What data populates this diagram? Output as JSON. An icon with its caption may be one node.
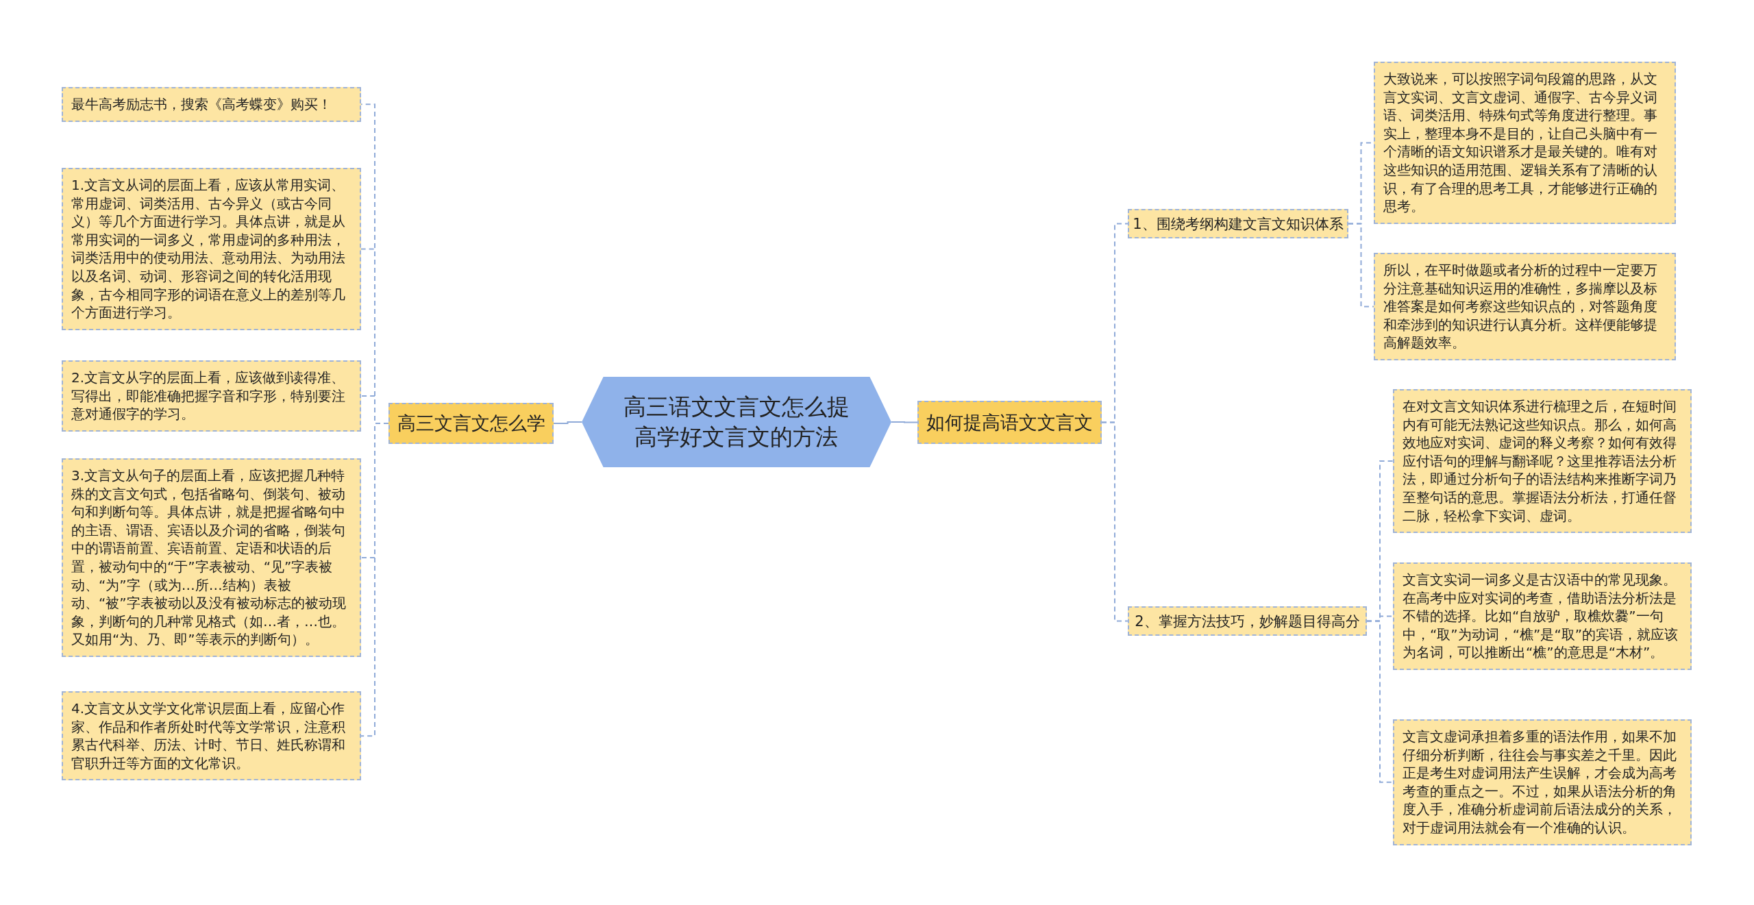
{
  "diagram": {
    "nodes": [
      {
        "text": [
          "高三语文文言文怎么提高学好文言文的方法"
        ]
      },
      {
        "text": [
          "高三文言文怎么学"
        ]
      },
      {
        "text": [
          "最牛高考励志书，搜索《高考蝶变》购买！"
        ]
      },
      {
        "text": [
          "1.文言文从词的层面上看，应该从常用实词、常用虚词、词类活用、古今异义（或古今同义）等几个方面进行学习。具体点讲，就是从常用实词的一词多义，常用虚词的多种用法，词类活用中的使动用法、意动用法、为动用法以及名词、动词、形容词之间的转化活用现象，古今相同字形的词语在意义上的差别等几个方面进行学习。"
        ]
      },
      {
        "text": [
          "2.文言文从字的层面上看，应该做到读得准、写得出，即能准确把握字音和字形，特别要注意对通假字的学习。"
        ]
      },
      {
        "text": [
          "3.文言文从句子的层面上看，应该把握几种特殊的文言文句式，包括省略句、倒装句、被动句和判断句等。具体点讲，就是把握省略句中的主语、谓语、宾语以及介词的省略，倒装句中的谓语前置、宾语前置、定语和状语的后置，被动句中的“于”字表被动、“见”字表被动、“为”字（或为…所…结构）表被动、“被”字表被动以及没有被动标志的被动现象，判断句的几种常见格式（如…者，…也。又如用“为、乃、即”等表示的判断句）。"
        ]
      },
      {
        "text": [
          "4.文言文从文学文化常识层面上看，应留心作家、作品和作者所处时代等文学常识，注意积累古代科举、历法、计时、节日、姓氏称谓和官职升迁等方面的文化常识。"
        ]
      },
      {
        "text": [
          "如何提高语文文言文"
        ]
      },
      {
        "text": [
          "1、围绕考纲构建文言文知识体系"
        ]
      },
      {
        "text": [
          "大致说来，可以按照字词句段篇的思路，从文言文实词、文言文虚词、通假字、古今异义词语、词类活用、特殊句式等角度进行整理。事实上，整理本身不是目的，让自己头脑中有一个清晰的语文知识谱系才是最关键的。唯有对这些知识的适用范围、逻辑关系有了清晰的认识，有了合理的思考工具，才能够进行正确的思考。"
        ]
      },
      {
        "text": [
          "所以，在平时做题或者分析的过程中一定要万分注意基础知识运用的准确性，多揣摩以及标准答案是如何考察这些知识点的，对答题角度和牵涉到的知识进行认真分析。这样便能够提高解题效率。"
        ]
      },
      {
        "text": [
          "2、掌握方法技巧，妙解题目得高分"
        ]
      },
      {
        "text": [
          "在对文言文知识体系进行梳理之后，在短时间内有可能无法熟记这些知识点。那么，如何高效地应对实词、虚词的释义考察？如何有效得应付语句的理解与翻译呢？这里推荐语法分析法，即通过分析句子的语法结构来推断字词乃至整句话的意思。掌握语法分析法，打通任督二脉，轻松拿下实词、虚词。"
        ]
      },
      {
        "text": [
          "文言文实词一词多义是古汉语中的常见现象。在高考中应对实词的考查，借助语法分析法是不错的选择。比如“自放驴，取樵炊爨”一句中，“取”为动词，“樵”是“取”的宾语，就应该为名词，可以推断出“樵”的意思是“木材”。"
        ]
      },
      {
        "text": [
          "文言文虚词承担着多重的语法作用，如果不加仔细分析判断，往往会与事实差之千里。因此正是考生对虚词用法产生误解，才会成为高考考查的重点之一。不过，如果从语法分析的角度入手，准确分析虚词前后语法成分的关系，对于虚词用法就会有一个准确的认识。"
        ]
      }
    ],
    "edges": [
      {
        "from": 0,
        "to": 1,
        "arrow": "none"
      },
      {
        "from": 1,
        "to": 2,
        "arrow": "none",
        "style": "dashed"
      },
      {
        "from": 1,
        "to": 3,
        "arrow": "none",
        "style": "dashed"
      },
      {
        "from": 1,
        "to": 4,
        "arrow": "none",
        "style": "dashed"
      },
      {
        "from": 1,
        "to": 5,
        "arrow": "none",
        "style": "dashed"
      },
      {
        "from": 1,
        "to": 6,
        "arrow": "none",
        "style": "dashed"
      },
      {
        "from": 0,
        "to": 7,
        "arrow": "none"
      },
      {
        "from": 7,
        "to": 8,
        "arrow": "none",
        "style": "dashed"
      },
      {
        "from": 8,
        "to": 9,
        "arrow": "none",
        "style": "dashed"
      },
      {
        "from": 8,
        "to": 10,
        "arrow": "none",
        "style": "dashed"
      },
      {
        "from": 7,
        "to": 11,
        "arrow": "none",
        "style": "dashed"
      },
      {
        "from": 11,
        "to": 12,
        "arrow": "none",
        "style": "dashed"
      },
      {
        "from": 11,
        "to": 13,
        "arrow": "none",
        "style": "dashed"
      },
      {
        "from": 11,
        "to": 14,
        "arrow": "none",
        "style": "dashed"
      }
    ]
  }
}
